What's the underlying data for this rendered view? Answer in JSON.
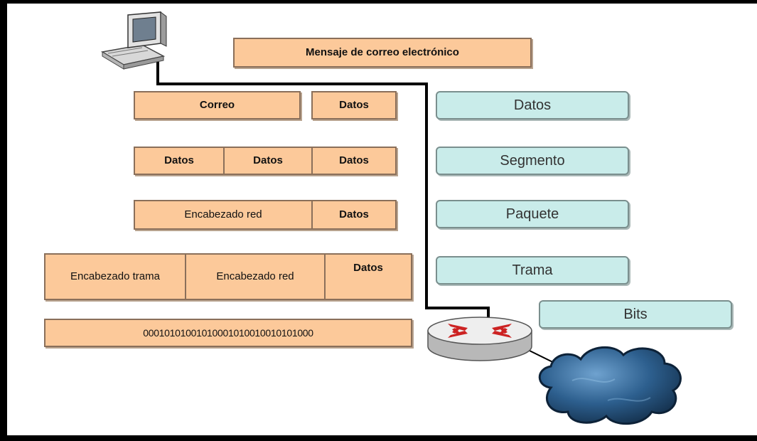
{
  "message": "Mensaje de correo electrónico",
  "rows": {
    "correo": [
      "Correo",
      "Datos"
    ],
    "segment": [
      "Datos",
      "Datos",
      "Datos"
    ],
    "packet": [
      "Encabezado red",
      "Datos"
    ],
    "frame": [
      "Encabezado trama",
      "Encabezado red",
      "Datos"
    ],
    "bits": "00010101001010001010010010101000"
  },
  "labels": [
    "Datos",
    "Segmento",
    "Paquete",
    "Trama",
    "Bits"
  ],
  "colors": {
    "pdu_fill": "#fcc99a",
    "label_fill": "#c9ecea",
    "cloud": "#2d5f8e",
    "router_arrows": "#cc2222"
  },
  "icons": [
    "computer-icon",
    "router-icon",
    "network-cloud-icon"
  ]
}
